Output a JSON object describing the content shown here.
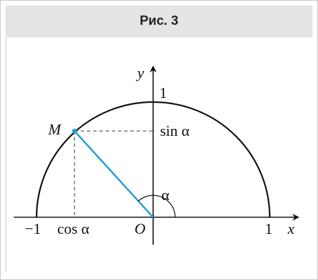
{
  "header": {
    "title": "Рис. 3"
  },
  "diagram": {
    "axis_y_label": "y",
    "axis_x_label": "x",
    "y_one_label": "1",
    "x_one_label": "1",
    "x_minus_one_label": "−1",
    "origin_label": "O",
    "point_label": "M",
    "sin_label": "sin α",
    "cos_label": "cos α",
    "angle_label": "α",
    "colors": {
      "radius": "#1a9ad6",
      "point": "#1a9ad6",
      "curve": "#111111",
      "header_bg": "#e4e4e4"
    }
  }
}
